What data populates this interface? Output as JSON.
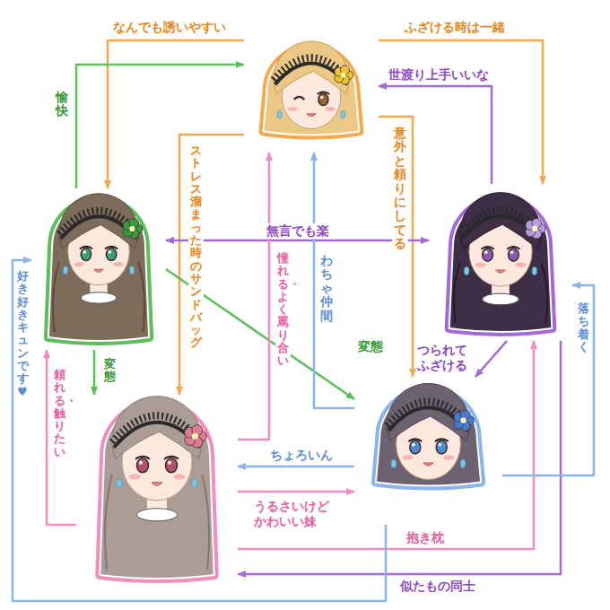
{
  "diagram": {
    "nodes": [
      {
        "text": []
      },
      {
        "text": []
      },
      {
        "text": []
      },
      {
        "text": []
      },
      {
        "text": []
      }
    ],
    "edges": [
      {
        "from": 0,
        "to": 1,
        "label": "なんでも誘いやすい",
        "arrow": "to"
      },
      {
        "from": 0,
        "to": 2,
        "label": "ふざける時は一緒",
        "arrow": "to"
      },
      {
        "from": 0,
        "to": 3,
        "label": "ストレス溜まった時のサンドバッグ",
        "arrow": "to"
      },
      {
        "from": 0,
        "to": 4,
        "label": "意外と頼りにしてる",
        "arrow": "to"
      },
      {
        "from": 1,
        "to": 0,
        "label": "愉快",
        "arrow": "to"
      },
      {
        "from": 1,
        "to": 2,
        "label": "無言でも楽",
        "arrow": "both"
      },
      {
        "from": 1,
        "to": 3,
        "label": "変態",
        "arrow": "to"
      },
      {
        "from": 1,
        "to": 4,
        "label": "変態",
        "arrow": "to"
      },
      {
        "from": 2,
        "to": 0,
        "label": "世渡り上手いいな",
        "arrow": "to"
      },
      {
        "from": 2,
        "to": 4,
        "label": "つられて ふざける",
        "arrow": "to"
      },
      {
        "from": 2,
        "to": 3,
        "label": "似たもの同士",
        "arrow": "to"
      },
      {
        "from": 3,
        "to": 0,
        "label": "憧れる・よく罵り合い",
        "arrow": "to"
      },
      {
        "from": 3,
        "to": 4,
        "label": "うるさいけど かわいい妹",
        "arrow": "to"
      },
      {
        "from": 3,
        "to": 1,
        "label": "頼れる・触りたい",
        "arrow": "to"
      },
      {
        "from": 3,
        "to": 2,
        "label": "抱き枕",
        "arrow": "to"
      },
      {
        "from": 4,
        "to": 0,
        "label": "わちゃ仲間",
        "arrow": "to"
      },
      {
        "from": 4,
        "to": 3,
        "label": "ちょろいん",
        "arrow": "to"
      },
      {
        "from": 4,
        "to": 2,
        "label": "落ち着く",
        "arrow": "to"
      },
      {
        "from": 4,
        "to": 1,
        "label": "好き好きキュンです♥",
        "arrow": "to"
      }
    ]
  }
}
